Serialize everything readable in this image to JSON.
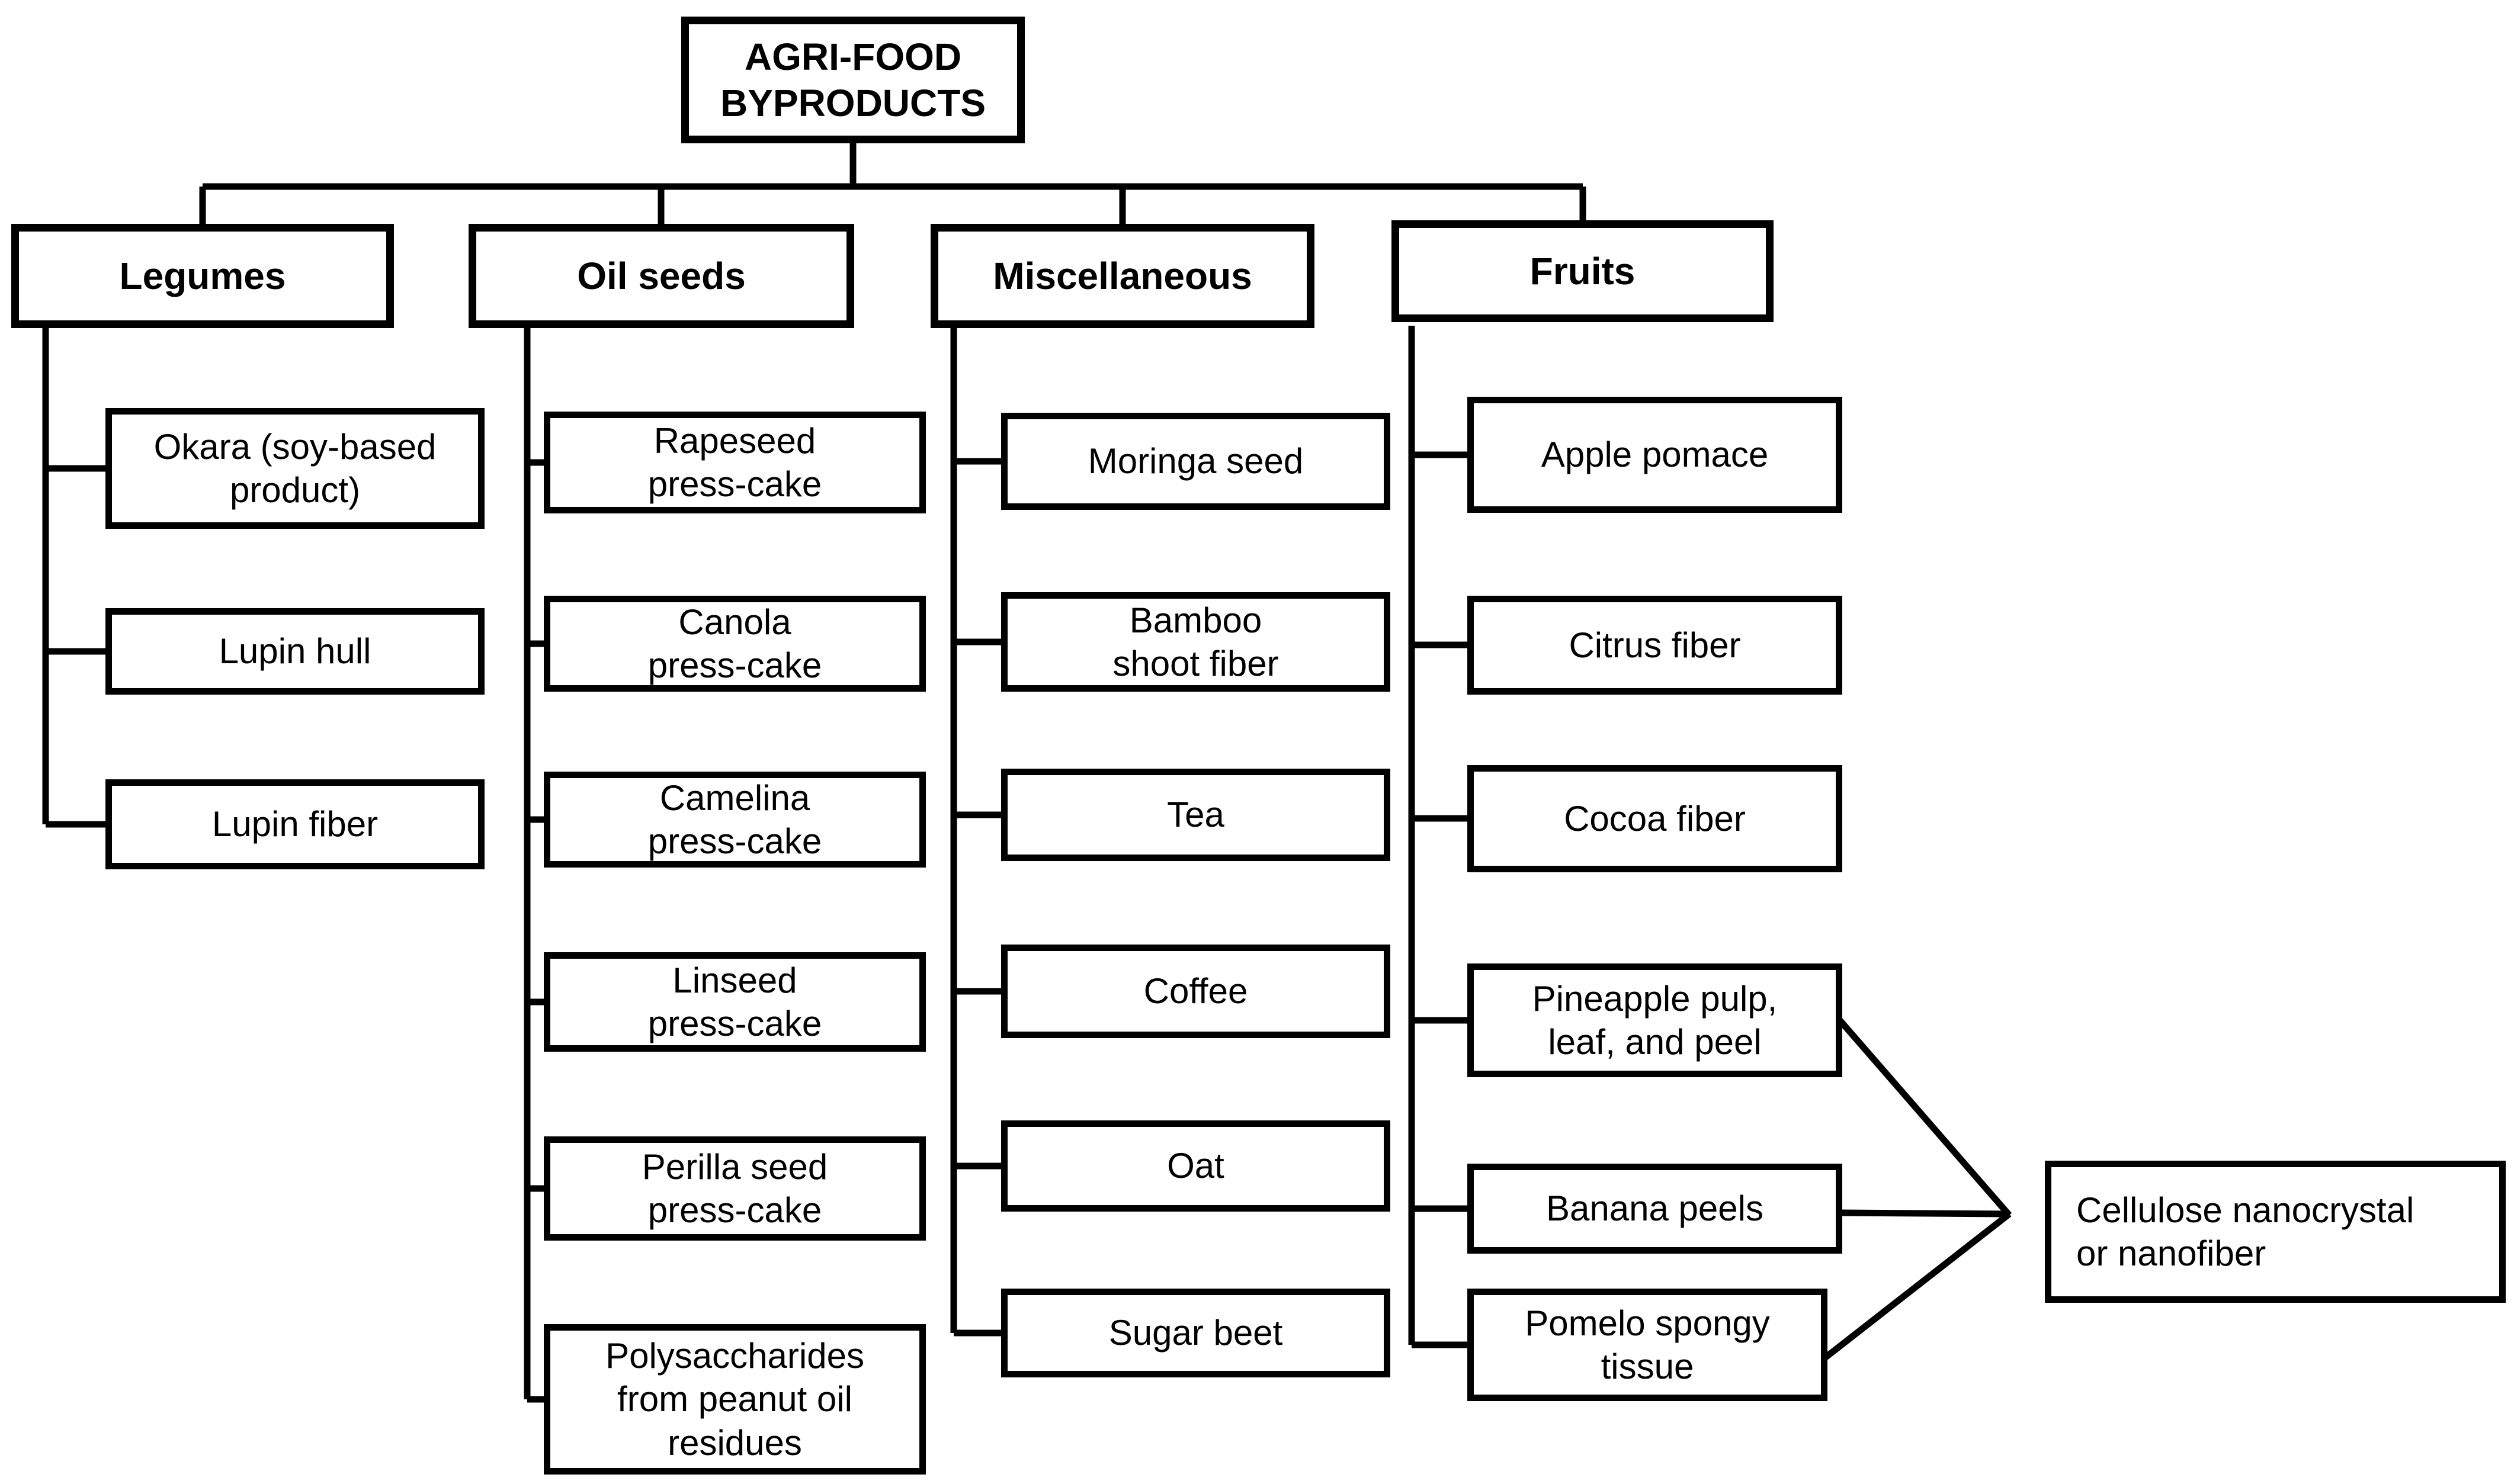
{
  "title": "AGRI-FOOD\nBYPRODUCTS",
  "result_box": "Cellulose nanocrystal\nor nanofiber",
  "columns": [
    {
      "header": "Legumes",
      "children": [
        "Okara (soy-based\nproduct)",
        "Lupin hull",
        "Lupin fiber"
      ]
    },
    {
      "header": "Oil seeds",
      "children": [
        "Rapeseed\npress-cake",
        "Canola\npress-cake",
        "Camelina\npress-cake",
        "Linseed\npress-cake",
        "Perilla seed\npress-cake",
        "Polysaccharides\nfrom peanut oil\nresidues"
      ]
    },
    {
      "header": "Miscellaneous",
      "children": [
        "Moringa seed",
        "Bamboo\nshoot fiber",
        "Tea",
        "Coffee",
        "Oat",
        "Sugar beet"
      ]
    },
    {
      "header": "Fruits",
      "children": [
        "Apple pomace",
        "Citrus fiber",
        "Cocoa fiber",
        "Pineapple pulp,\nleaf, and peel",
        "Banana peels",
        "Pomelo spongy\ntissue"
      ]
    }
  ],
  "colors": {
    "line": "#000000",
    "box_border": "#000000",
    "background": "#ffffff",
    "text": "#000000"
  }
}
